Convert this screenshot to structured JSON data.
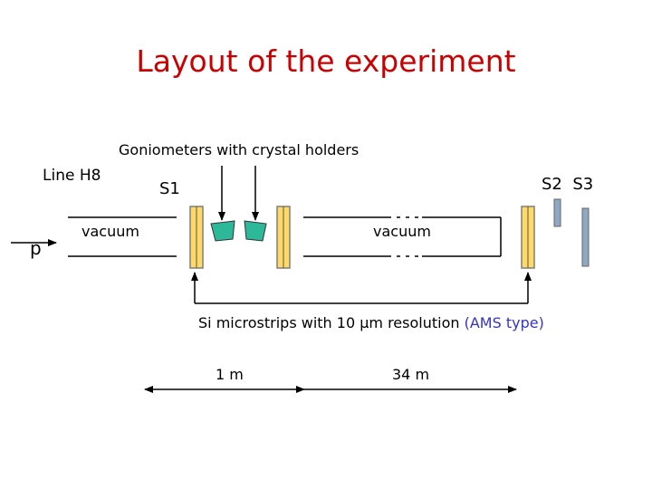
{
  "title": "Layout of the experiment",
  "labels": {
    "goniometers": "Goniometers with crystal holders",
    "line": "Line H8",
    "p": "p",
    "vacuum_left": "vacuum",
    "vacuum_right": "vacuum",
    "s1": "S1",
    "s2s3": "S2  S3",
    "si_prefix": "Si microstrips with 10 ",
    "si_unit": "μm resolution ",
    "si_ams": "(AMS type)",
    "dist_1m": "1 m",
    "dist_34m": "34 m"
  },
  "colors": {
    "title": "#cc0000",
    "detector_fill": "#ffd966",
    "detector_stroke": "#7f7f7f",
    "crystal_fill": "#2eb89a",
    "scintillator_fill": "#8fa9c4",
    "ams_text": "#3333cc"
  }
}
